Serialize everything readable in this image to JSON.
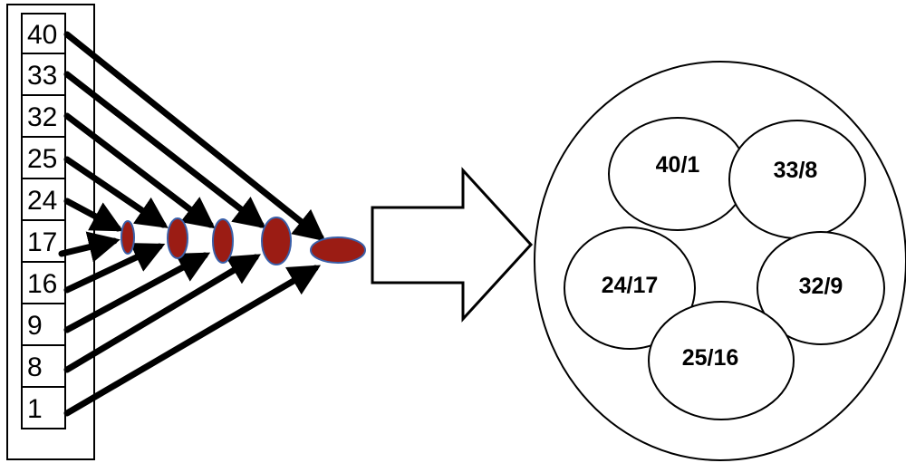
{
  "list": {
    "values": [
      "40",
      "33",
      "32",
      "25",
      "24",
      "17",
      "16",
      "9",
      "8",
      "1"
    ]
  },
  "result": {
    "pairs": [
      "40/1",
      "33/8",
      "24/17",
      "32/9",
      "25/16"
    ]
  },
  "colors": {
    "node_fill": "#9b1c14",
    "node_stroke": "#3a5fa8",
    "line": "#000000"
  }
}
